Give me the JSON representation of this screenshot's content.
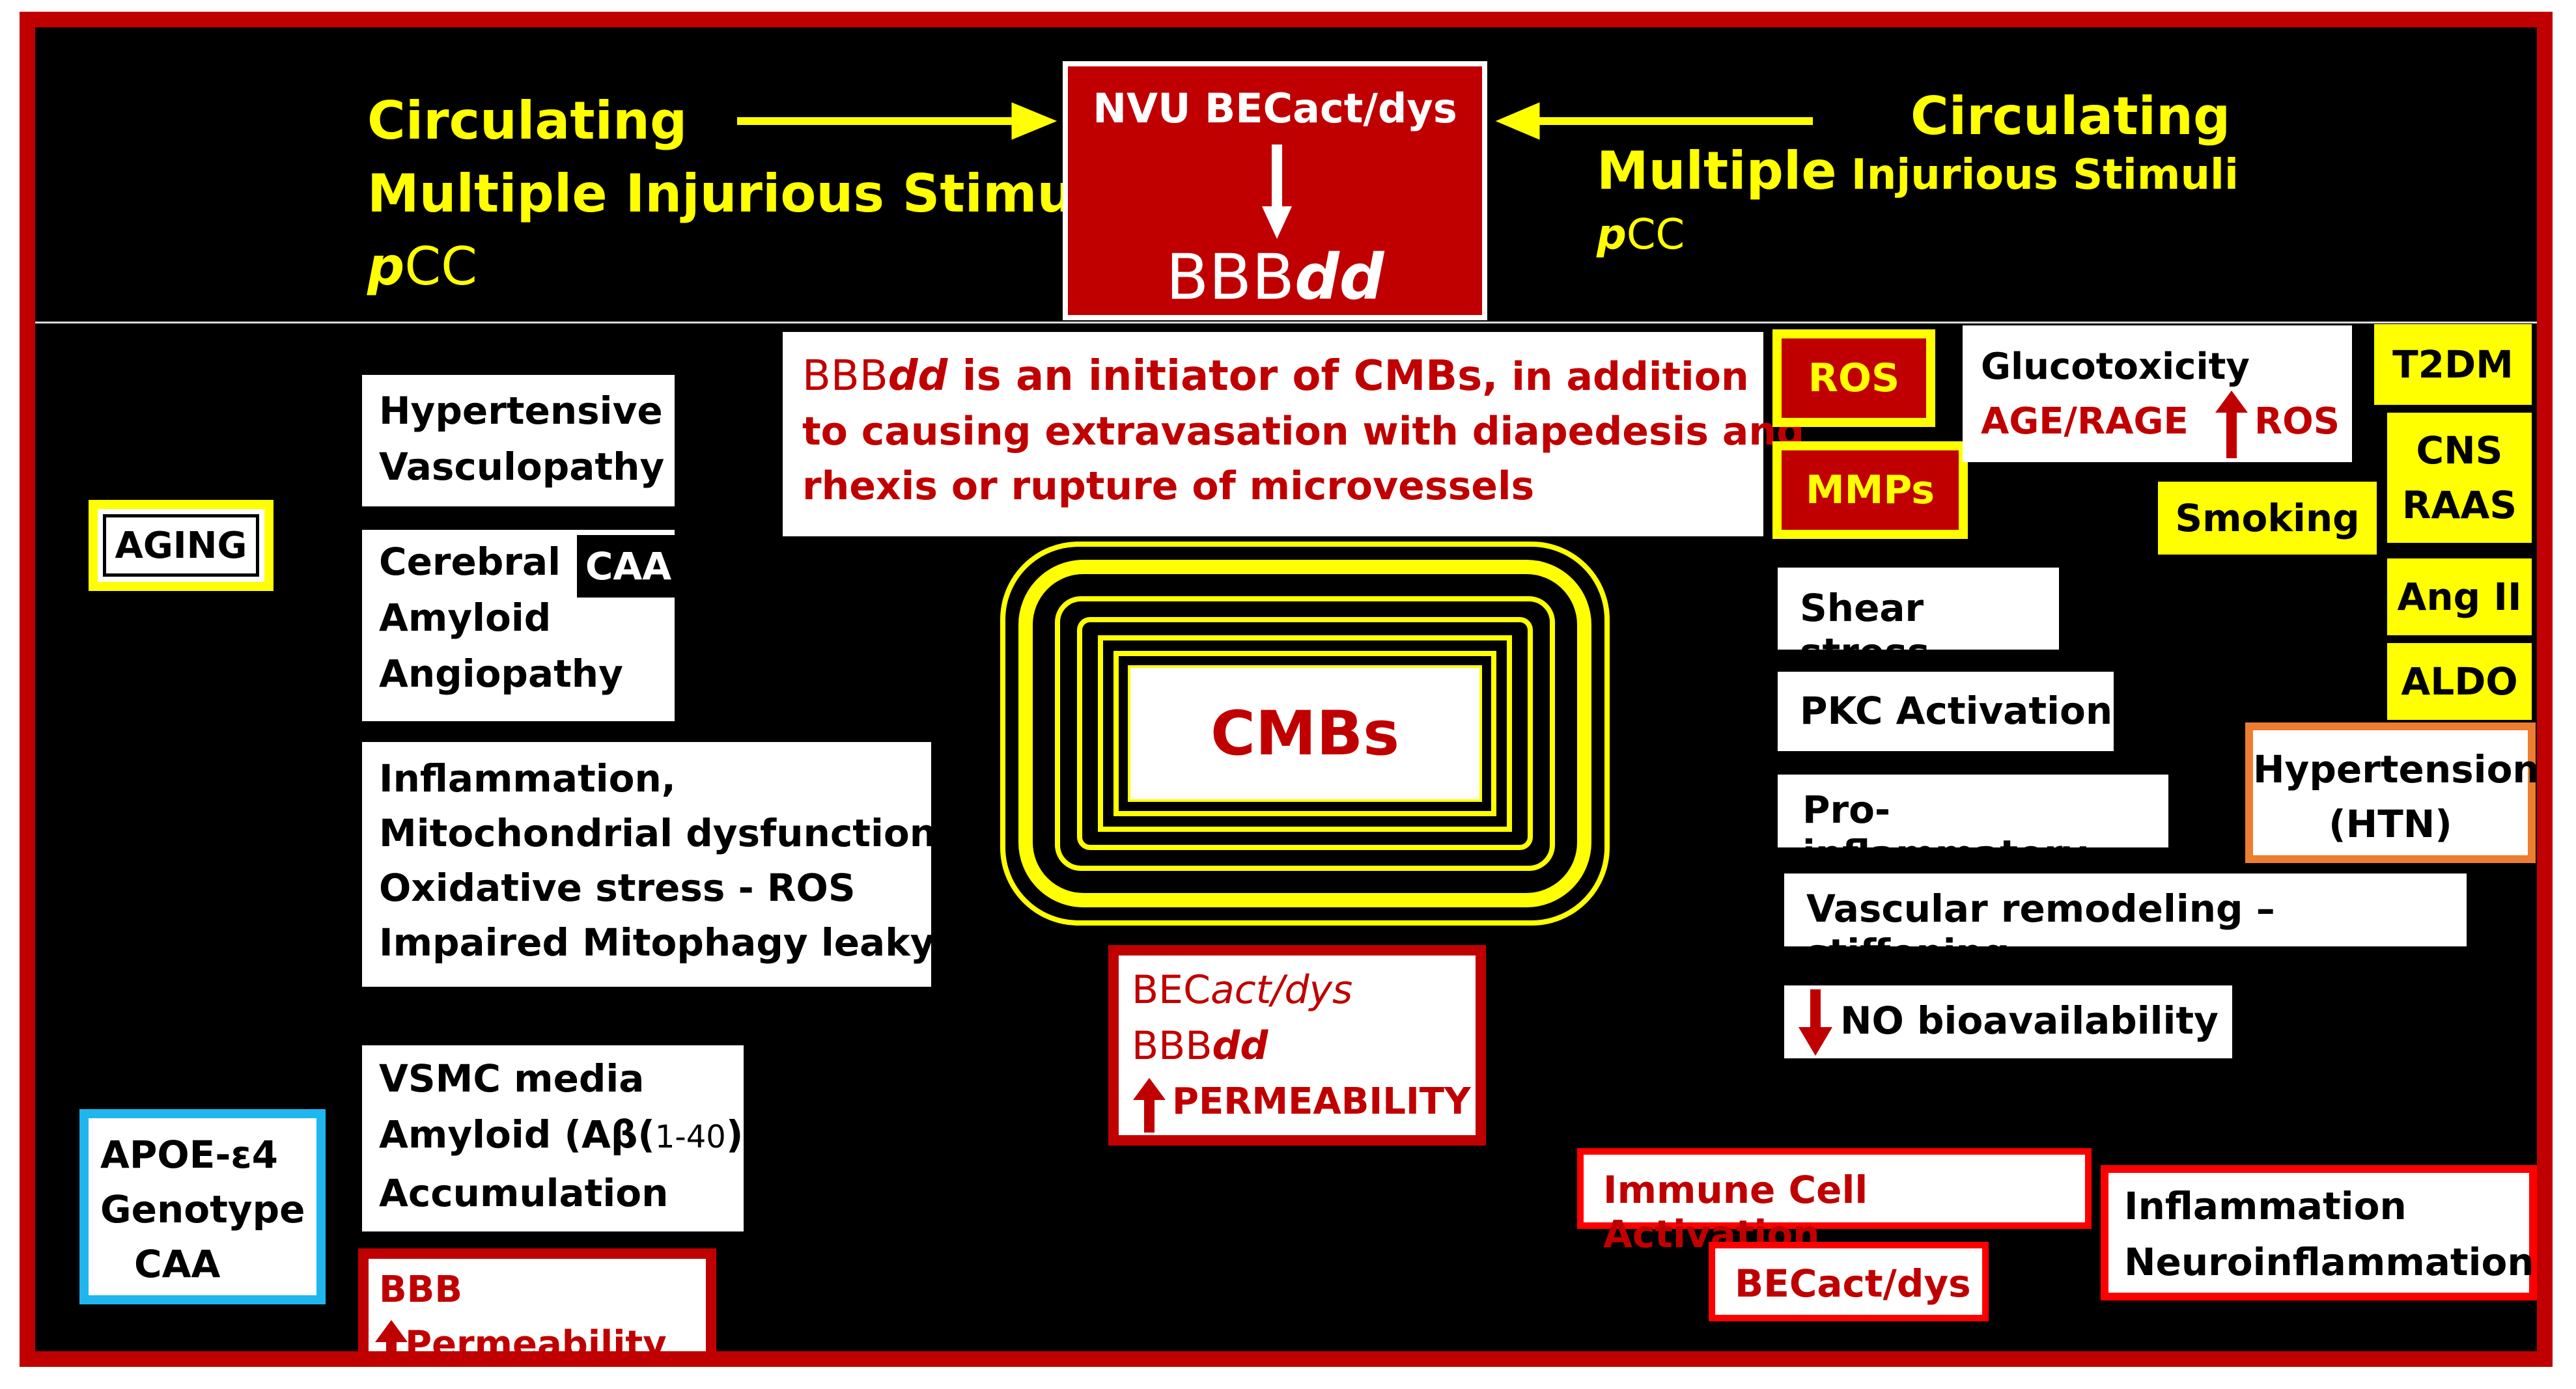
{
  "header": {
    "left_stimuli": {
      "line1": "Circulating",
      "line2": "Multiple Injurious Stimuli",
      "line3_italic": "p",
      "line3_rest": "CC"
    },
    "right_stimuli": {
      "line1": "Circulating",
      "line2_large": "Multiple",
      "line2_small": " Injurious Stimuli",
      "line3_italic": "p",
      "line3_rest": "CC"
    },
    "center": {
      "line1": "NVU BECact/dys",
      "line2_prefix": "BBB",
      "line2_italic": "dd"
    }
  },
  "initiator": {
    "title_prefix": "BBB",
    "title_italic": "dd",
    "title_rest": " is an initiator of CMBs,",
    "title_small": " in addition",
    "line2": "to causing extravasation with diapedesis and",
    "line3": "rhexis or rupture of microvessels"
  },
  "center_label": "CMBs",
  "left": {
    "aging": "AGING",
    "hypertensive": [
      "Hypertensive",
      "Vasculopathy"
    ],
    "cerebral": [
      "Cerebral",
      "Amyloid",
      "Angiopathy"
    ],
    "caa_tag": "CAA",
    "inflammation": [
      "Inflammation,",
      "Mitochondrial dysfunction,",
      "Oxidative stress - ROS",
      "Impaired Mitophagy leaky"
    ],
    "vsmc": {
      "line1": "VSMC media",
      "line2_prefix": "Amyloid (Aβ(",
      "line2_small": "1-40",
      "line2_suffix": ")",
      "line3": "Accumulation"
    },
    "apoe": [
      "APOE-ε4",
      "Genotype",
      "CAA"
    ],
    "bbb_perm": {
      "line1": "BBB",
      "line2": "Permeability"
    }
  },
  "center_bottom": {
    "line1_prefix": "BEC",
    "line1_italic": "act/dys",
    "line2_prefix": "BBB",
    "line2_italic": "dd",
    "line3": "PERMEABILITY"
  },
  "right": {
    "ros": "ROS",
    "mmps": "MMPs",
    "glucotoxicity": {
      "line1": "Glucotoxicity",
      "line2_left": "AGE/RAGE",
      "line2_right": "ROS"
    },
    "t2dm": "T2DM",
    "cns_raas": [
      "CNS",
      "RAAS"
    ],
    "smoking": "Smoking",
    "ang2": "Ang II",
    "aldo": "ALDO",
    "shear": "Shear stress",
    "pkc": "PKC Activation",
    "proinflam": "Pro-inflammatory",
    "htn": [
      "Hypertension",
      "(HTN)"
    ],
    "vascular": "Vascular remodeling – stiffening",
    "no_bio": "NO bioavailability",
    "immune": "Immune Cell Activation",
    "becact": "BECact/dys",
    "neuroinflam": [
      "Inflammation",
      "Neuroinflammation"
    ]
  },
  "colors": {
    "frame_red": "#c00000",
    "yellow": "#ffff00",
    "cyan_border": "#1fb6ef",
    "orange_border": "#ed7d31",
    "bright_red_border": "#ff0000"
  }
}
